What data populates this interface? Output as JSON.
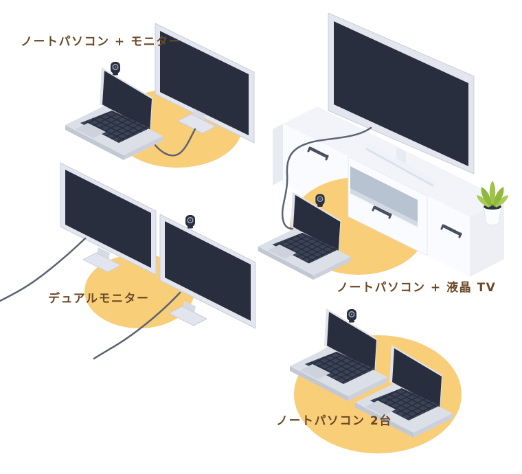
{
  "illustration": {
    "title_hidden": "",
    "scenes": [
      {
        "id": "laptop-plus-monitor",
        "label": "ノートパソコン + モニター"
      },
      {
        "id": "laptop-plus-lcd-tv",
        "label": "ノートパソコン + 液晶 TV"
      },
      {
        "id": "dual-monitor",
        "label": "デュアルモニター"
      },
      {
        "id": "two-laptops",
        "label": "ノートパソコン 2台"
      }
    ],
    "colors": {
      "accent_yellow": "#F9CE79",
      "label_brown": "#6B4826",
      "screen_navy": "#282E3E",
      "device_frame_gray": "#E3E6EE",
      "cabinet_white": "#FAFBFE",
      "cable_gray": "#5C6270",
      "plant_green": "#9FC447"
    },
    "icons": {
      "webcam": "webcam-icon"
    }
  }
}
